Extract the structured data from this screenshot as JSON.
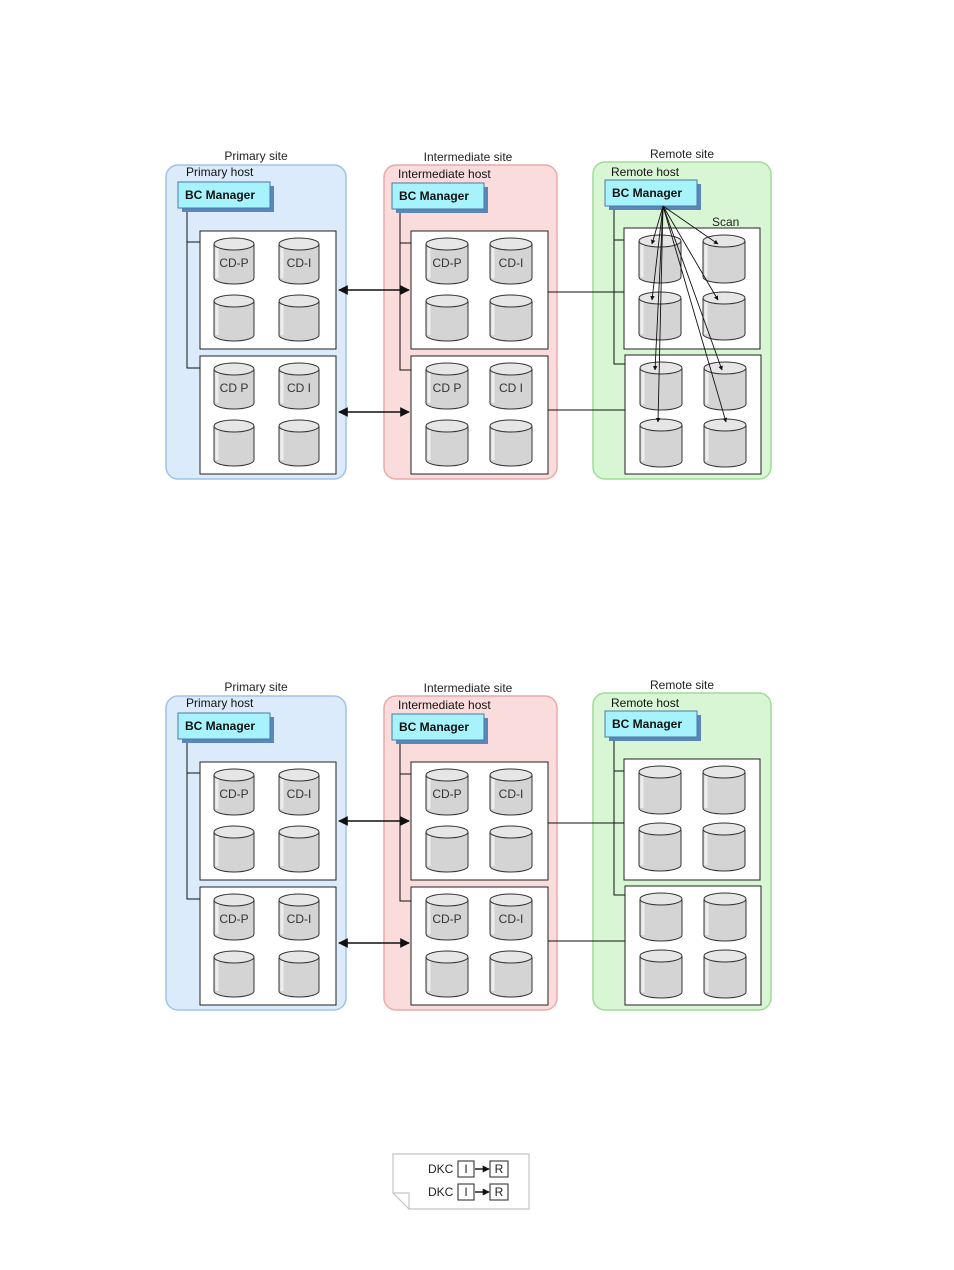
{
  "colors": {
    "primary_site_fill": "#dcebfb",
    "primary_site_stroke": "#9ec3ea",
    "intermediate_site_fill": "#fbdcdc",
    "intermediate_site_stroke": "#eaa9a9",
    "remote_site_fill": "#d8f6d4",
    "remote_site_stroke": "#9fdc97",
    "bc_manager_fill": "#a6f3fb",
    "bc_manager_shadow": "#5a87b8",
    "cylinder_fill": "#d4d4d4",
    "line": "#111111"
  },
  "icons": {
    "volume": "cylinder-disk-icon",
    "flow": "double-headed-arrow-icon"
  },
  "diagrams": [
    {
      "primary_site": {
        "site_label": "Primary site",
        "host_label": "Primary host",
        "bc_manager": "BC Manager",
        "groups": [
          {
            "volumes": [
              "CD-P",
              "CD-I",
              "",
              ""
            ]
          },
          {
            "volumes": [
              "CD P",
              "CD I",
              "",
              ""
            ]
          }
        ]
      },
      "intermediate_site": {
        "site_label": "Intermediate site",
        "host_label": "Intermediate host",
        "bc_manager": "BC Manager",
        "groups": [
          {
            "volumes": [
              "CD-P",
              "CD-I",
              "",
              ""
            ]
          },
          {
            "volumes": [
              "CD P",
              "CD I",
              "",
              ""
            ]
          }
        ]
      },
      "remote_site": {
        "site_label": "Remote site",
        "host_label": "Remote host",
        "bc_manager": "BC Manager",
        "scan_label": "Scan",
        "groups": [
          {
            "volumes": [
              "",
              "",
              "",
              ""
            ]
          },
          {
            "volumes": [
              "",
              "",
              "",
              ""
            ]
          }
        ]
      }
    },
    {
      "note": {
        "rows": [
          {
            "prefix": "DKC",
            "from": "I",
            "to": "R"
          },
          {
            "prefix": "DKC",
            "from": "I",
            "to": "R"
          }
        ]
      },
      "primary_site": {
        "site_label": "Primary site",
        "host_label": "Primary host",
        "bc_manager": "BC Manager",
        "groups": [
          {
            "volumes": [
              "CD-P",
              "CD-I",
              "",
              ""
            ]
          },
          {
            "volumes": [
              "CD-P",
              "CD-I",
              "",
              ""
            ]
          }
        ]
      },
      "intermediate_site": {
        "site_label": "Intermediate site",
        "host_label": "Intermediate host",
        "bc_manager": "BC Manager",
        "groups": [
          {
            "volumes": [
              "CD-P",
              "CD-I",
              "",
              ""
            ]
          },
          {
            "volumes": [
              "CD-P",
              "CD-I",
              "",
              ""
            ]
          }
        ]
      },
      "remote_site": {
        "site_label": "Remote site",
        "host_label": "Remote host",
        "bc_manager": "BC Manager",
        "groups": [
          {
            "volumes": [
              "",
              "",
              "",
              ""
            ]
          },
          {
            "volumes": [
              "",
              "",
              "",
              ""
            ]
          }
        ]
      }
    }
  ]
}
